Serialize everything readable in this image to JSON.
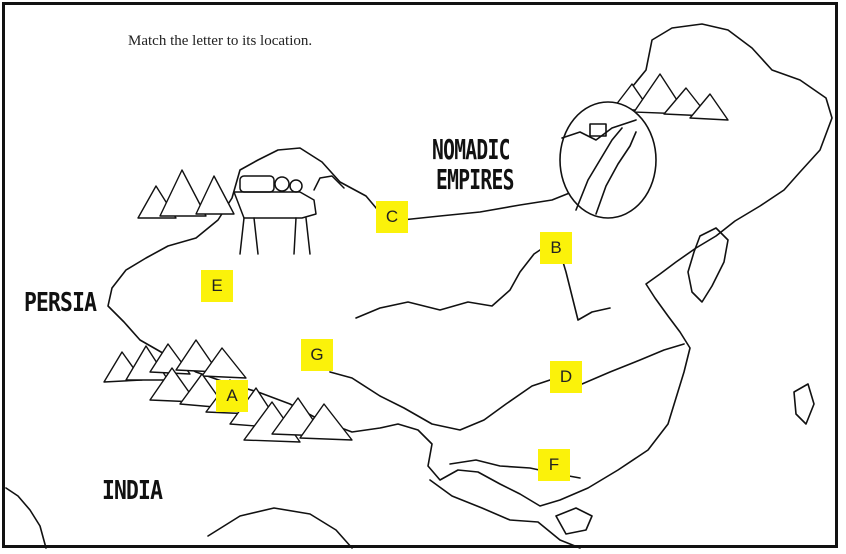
{
  "instructions": "Match the letter to its location.",
  "regions": {
    "persia": "PERSIA",
    "india": "INDIA",
    "nomadic": "NOMADIC",
    "empires": "EMPIRES"
  },
  "markers": {
    "a": "A",
    "b": "B",
    "c": "C",
    "d": "D",
    "e": "E",
    "f": "F",
    "g": "G"
  },
  "colors": {
    "marker_fill": "#fbf20a",
    "line": "#111111"
  }
}
